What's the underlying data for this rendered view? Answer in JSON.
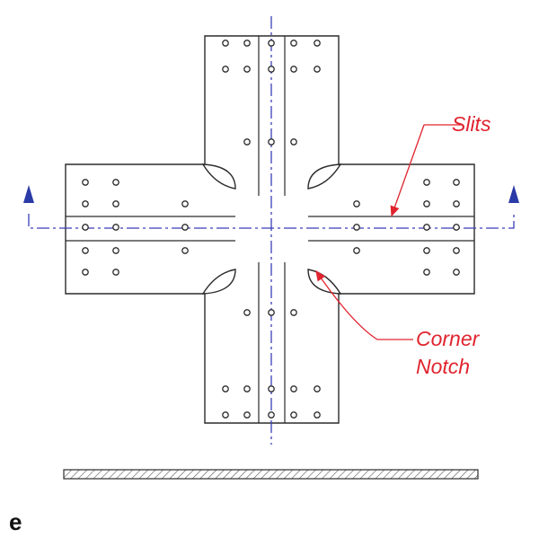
{
  "figure": {
    "panel_label": "e",
    "annotations": {
      "slits": "Slits",
      "corner_notch": [
        "Corner",
        "Notch"
      ]
    }
  },
  "colors": {
    "outline": "#2b2b2b",
    "centerline": "#3a3fb8",
    "arrow": "#2a3aa6",
    "annotation": "#e0242f",
    "hatch": "#555555"
  },
  "icons": {
    "section_arrow": "arrow-up-icon"
  }
}
